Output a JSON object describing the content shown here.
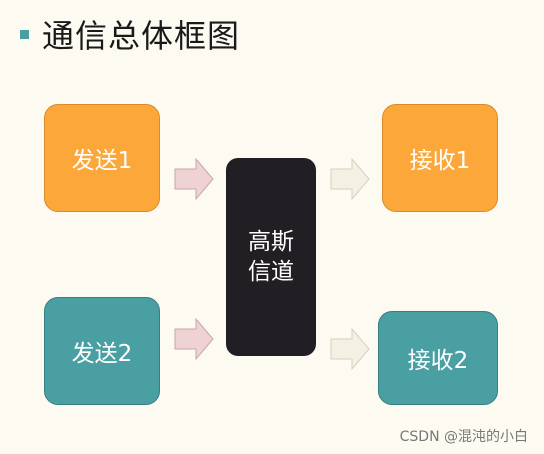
{
  "slide": {
    "title": "通信总体框图"
  },
  "diagram": {
    "senders": [
      {
        "label": "发送1",
        "color": "#fba73a"
      },
      {
        "label": "发送2",
        "color": "#4a9fa3"
      }
    ],
    "channel": {
      "line1": "高斯",
      "line2": "信道",
      "color": "#221f24"
    },
    "receivers": [
      {
        "label": "接收1",
        "color": "#fba73a"
      },
      {
        "label": "接收2",
        "color": "#4a9fa3"
      }
    ],
    "arrow_colors": {
      "input": "#eed2d4",
      "output": "#f5f0e4"
    }
  },
  "watermark": "CSDN @混沌的小白"
}
